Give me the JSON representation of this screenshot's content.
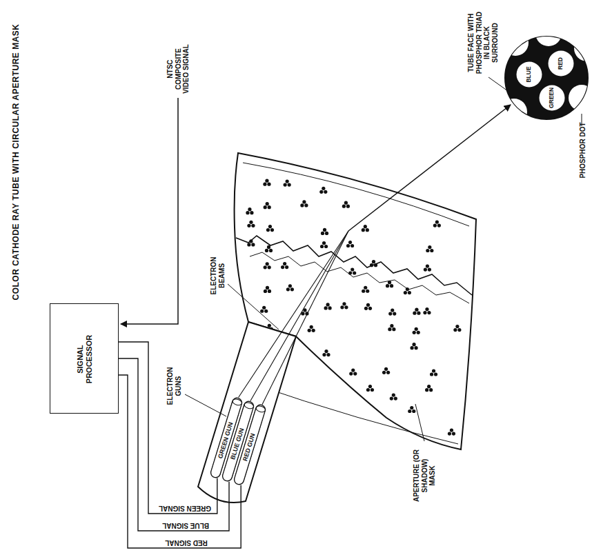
{
  "diagram": {
    "title": "COLOR CATHODE RAY TUBE WITH CIRCULAR APERTURE MASK",
    "nodes": [
      {
        "text": [
          "SIGNAL PROCESSOR"
        ]
      },
      {
        "text": [
          "GREEN GUN"
        ]
      },
      {
        "text": [
          "BLUE GUN"
        ]
      },
      {
        "text": [
          "RED GUN"
        ]
      },
      {
        "text": [
          "BLUE"
        ]
      },
      {
        "text": [
          "RED"
        ]
      },
      {
        "text": [
          "GREEN"
        ]
      }
    ],
    "edges": [
      {
        "from": 0,
        "to": 1,
        "label": "GREEN SIGNAL",
        "arrow": "none"
      },
      {
        "from": 0,
        "to": 2,
        "label": "BLUE SIGNAL",
        "arrow": "none"
      },
      {
        "from": 0,
        "to": 3,
        "label": "RED SIGNAL",
        "arrow": "none"
      }
    ],
    "labels": [
      "NTSC COMPOSITE VIDEO SIGNAL",
      "ELECTRON GUNS",
      "ELECTRON BEAMS",
      "APERTURE (OR SHADOW) MASK",
      "TUBE FACE WITH PHOSPHOR TRIAD IN BLACK SURROUND",
      "PHOSPHOR DOT"
    ]
  }
}
